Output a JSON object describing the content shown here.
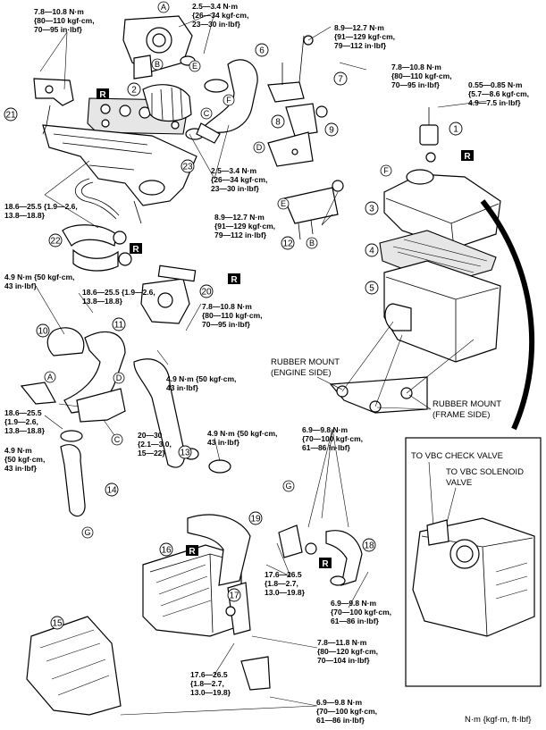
{
  "callouts": [
    {
      "num": "1"
    },
    {
      "num": "2"
    },
    {
      "num": "3"
    },
    {
      "num": "4"
    },
    {
      "num": "5"
    },
    {
      "num": "6"
    },
    {
      "num": "7"
    },
    {
      "num": "8"
    },
    {
      "num": "9"
    },
    {
      "num": "10"
    },
    {
      "num": "11"
    },
    {
      "num": "12"
    },
    {
      "num": "13"
    },
    {
      "num": "14"
    },
    {
      "num": "15"
    },
    {
      "num": "16"
    },
    {
      "num": "17"
    },
    {
      "num": "18"
    },
    {
      "num": "19"
    },
    {
      "num": "20"
    },
    {
      "num": "21"
    },
    {
      "num": "22"
    },
    {
      "num": "23"
    }
  ],
  "letters": [
    "A",
    "B",
    "C",
    "D",
    "E",
    "F",
    "G"
  ],
  "replace_mark": "R",
  "torques": {
    "t1": [
      "7.8—10.8 N·m",
      "{80—110 kgf·cm,",
      "70—95 in·lbf}"
    ],
    "t2": [
      "2.5—3.4 N·m",
      "{26—34 kgf·cm,",
      "23—30 in·lbf}"
    ],
    "t3": [
      "8.9—12.7 N·m",
      "{91—129 kgf·cm,",
      "79—112 in·lbf}"
    ],
    "t4": [
      "7.8—10.8 N·m",
      "{80—110 kgf·cm,",
      "70—95 in·lbf}"
    ],
    "t5": [
      "0.55—0.85 N·m",
      "{5.7—8.6 kgf·cm,",
      "4.9—7.5 in·lbf}"
    ],
    "t6": [
      "2.5—3.4 N·m",
      "{26—34 kgf·cm,",
      "23—30 in·lbf}"
    ],
    "t7": [
      "18.6—25.5 {1.9—2.6,",
      "13.8—18.8}"
    ],
    "t8": [
      "8.9—12.7 N·m",
      "{91—129 kgf·cm,",
      "79—112 in·lbf}"
    ],
    "t9": [
      "4.9 N·m {50 kgf·cm,",
      "43 in·lbf}"
    ],
    "t10": [
      "18.6—25.5 {1.9—2.6,",
      "13.8—18.8}"
    ],
    "t11": [
      "7.8—10.8 N·m",
      "{80—110 kgf·cm,",
      "70—95 in·lbf}"
    ],
    "t12": [
      "4.9 N·m {50 kgf·cm,",
      "43 in·lbf}"
    ],
    "t13": [
      "18.6—25.5",
      "{1.9—2.6,",
      "13.8—18.8}"
    ],
    "t14": [
      "20—30",
      "{2.1—3.0,",
      "15—22}"
    ],
    "t15": [
      "4.9 N·m",
      "{50 kgf·cm,",
      "43 in·lbf}"
    ],
    "t16": [
      "4.9 N·m {50 kgf·cm,",
      "43 in·lbf}"
    ],
    "t17": [
      "6.9—9.8 N·m",
      "{70—100 kgf·cm,",
      "61—86 in·lbf}"
    ],
    "t18": [
      "17.6—26.5",
      "{1.8—2.7,",
      "13.0—19.8}"
    ],
    "t19": [
      "6.9—9.8 N·m",
      "{70—100 kgf·cm,",
      "61—86 in·lbf}"
    ],
    "t20": [
      "7.8—11.8 N·m",
      "{80—120 kgf·cm,",
      "70—104 in·lbf}"
    ],
    "t21": [
      "17.6—26.5",
      "{1.8—2.7,",
      "13.0—19.8}"
    ],
    "t22": [
      "6.9—9.8 N·m",
      "{70—100 kgf·cm,",
      "61—86 in·lbf}"
    ]
  },
  "labels": {
    "rubber_mount_engine": [
      "RUBBER MOUNT",
      "(ENGINE SIDE)"
    ],
    "rubber_mount_frame": [
      "RUBBER MOUNT",
      "(FRAME SIDE)"
    ],
    "vbc_check_valve": "TO VBC CHECK VALVE",
    "vbc_solenoid_valve": [
      "TO VBC SOLENOID",
      "VALVE"
    ],
    "units_note": "N·m {kgf·m, ft·lbf}"
  }
}
